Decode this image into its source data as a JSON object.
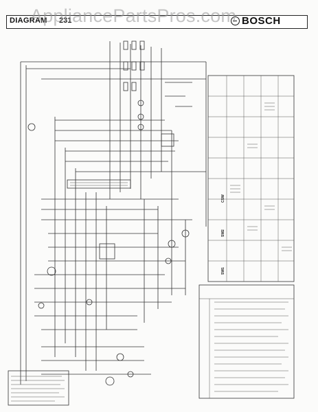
{
  "header": {
    "diagram_label": "DIAGRAM",
    "diagram_number": "231",
    "brand": "BOSCH"
  },
  "watermark": {
    "text": "AppliancePartsPros.com"
  },
  "switch_tables": {
    "labels": [
      "SW1",
      "SW2",
      "CSW"
    ]
  },
  "colors": {
    "ink": "#333333",
    "paper": "#fbfbfa",
    "watermark": "#969696"
  }
}
